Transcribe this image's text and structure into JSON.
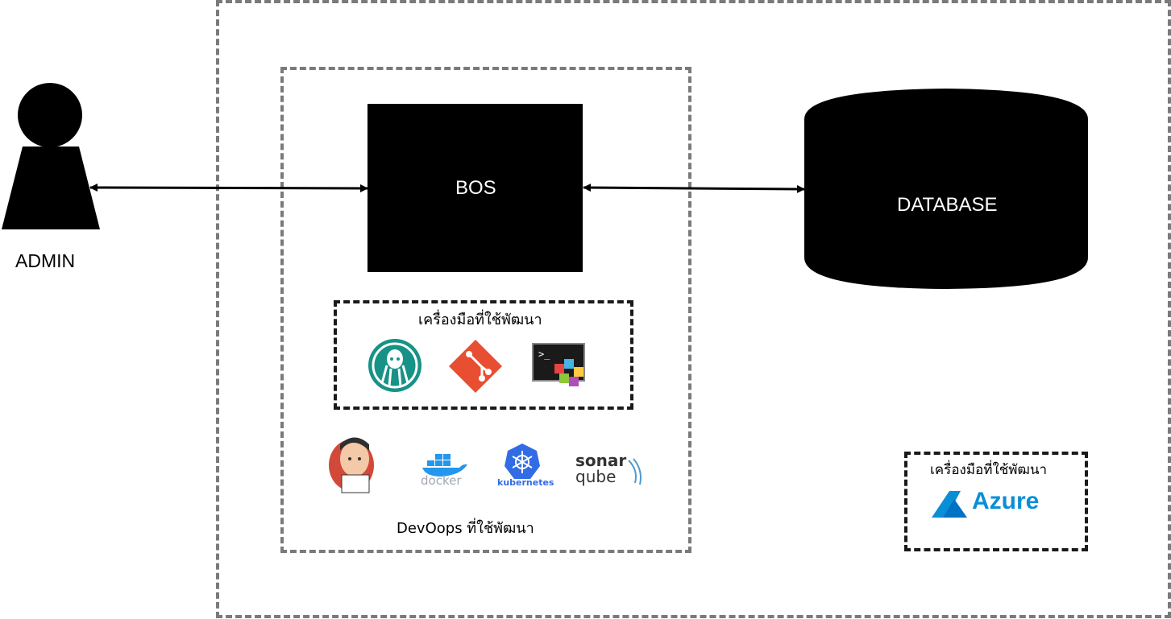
{
  "admin": {
    "label": "ADMIN"
  },
  "bos": {
    "label": "BOS"
  },
  "database": {
    "label": "DATABASE"
  },
  "dev_tools": {
    "title": "เครื่องมือที่ใช้พัฒนา",
    "icons": [
      "gitkraken-icon",
      "git-icon",
      "terminal-blocks-icon"
    ]
  },
  "devops": {
    "caption": "DevOops ที่ใช้พัฒนา",
    "icons": [
      "jenkins-icon",
      "docker-icon",
      "kubernetes-icon",
      "sonarqube-icon"
    ],
    "docker_text": "docker",
    "kubernetes_text": "kubernetes",
    "sonar_text_1": "sonar",
    "sonar_text_2": "qube"
  },
  "cloud_tools": {
    "title": "เครื่องมือที่ใช้พัฒนา",
    "azure_text": "Azure"
  },
  "colors": {
    "outer_border": "#7a7a7a",
    "inner_border": "#1a1a1a",
    "node_fill": "#000000",
    "azure_blue": "#0a8fd6",
    "git_red": "#e84e31",
    "gitkraken_teal": "#179287",
    "docker_blue": "#2396ed",
    "kubernetes_blue": "#326ce5"
  }
}
